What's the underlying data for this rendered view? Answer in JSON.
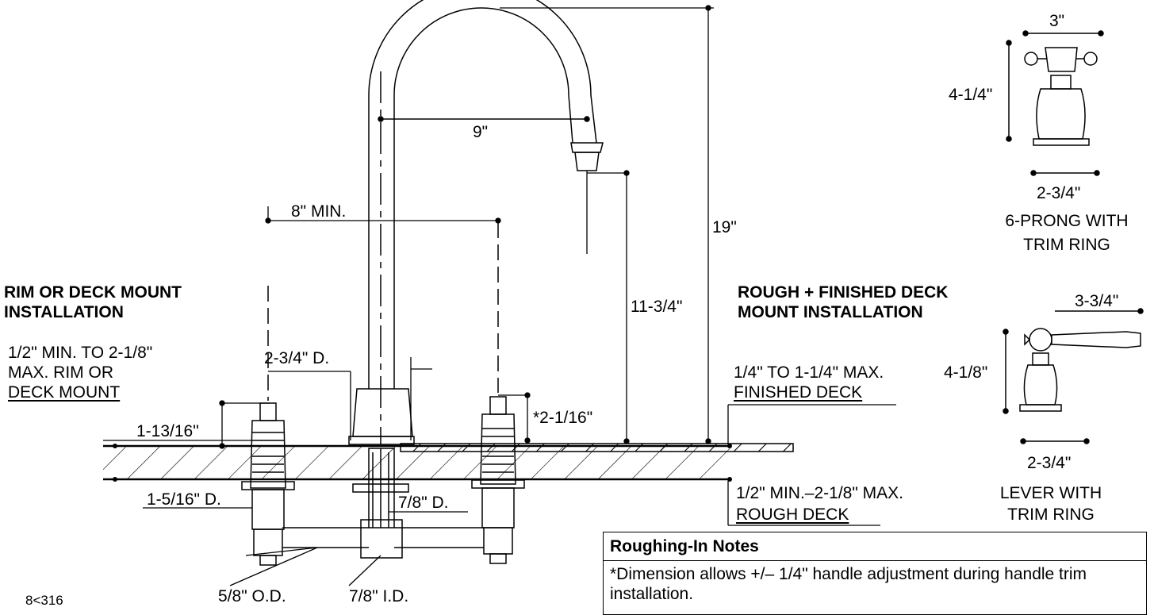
{
  "headings": {
    "rim_deck": [
      "RIM OR DECK MOUNT",
      "INSTALLATION"
    ],
    "rough_finished": [
      "ROUGH + FINISHED DECK",
      "MOUNT INSTALLATION"
    ]
  },
  "dimensions": {
    "spout_reach": "9\"",
    "overall_height": "19\"",
    "spout_outlet_height": "11-3/4\"",
    "center_spacing": "8\" MIN.",
    "spout_hole": "2-3/4\" D.",
    "valve_stem_height": "1-13/16\"",
    "handle_adjust": "*2-1/16\"",
    "valve_hole": "1-5/16\" D.",
    "spout_shank": "7/8\" D.",
    "supply_od": "5/8\" O.D.",
    "supply_id": "7/8\" I.D."
  },
  "deck_notes": {
    "rim_mount": [
      "1/2\" MIN. TO 2-1/8\"",
      "MAX. RIM OR",
      "DECK MOUNT"
    ],
    "finished_deck": [
      "1/4\" TO 1-1/4\" MAX.",
      "FINISHED DECK"
    ],
    "rough_deck": [
      "1/2\" MIN.–2-1/8\" MAX.",
      "ROUGH DECK"
    ]
  },
  "handles": {
    "prong": {
      "width": "3\"",
      "height": "4-1/4\"",
      "base": "2-3/4\"",
      "caption": [
        "6-PRONG WITH",
        "TRIM RING"
      ]
    },
    "lever": {
      "width": "3-3/4\"",
      "height": "4-1/8\"",
      "base": "2-3/4\"",
      "caption": [
        "LEVER WITH",
        "TRIM RING"
      ]
    }
  },
  "notes": {
    "title": "Roughing-In Notes",
    "text": "*Dimension allows +/– 1/4\" handle adjustment during handle trim installation."
  },
  "drawing_code": "8<316"
}
